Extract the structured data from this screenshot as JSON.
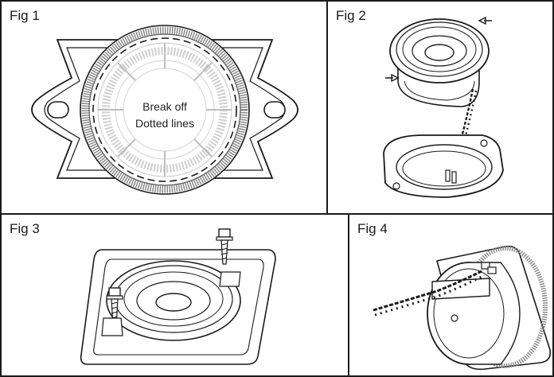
{
  "figures": [
    {
      "label": "Fig 1",
      "note_lines": [
        "Break off",
        "Dotted lines"
      ]
    },
    {
      "label": "Fig 2"
    },
    {
      "label": "Fig 3"
    },
    {
      "label": "Fig 4"
    }
  ],
  "colors": {
    "line": "#1a1a1a",
    "ring_gray": "#8a8a8a",
    "light_gray": "#cfcfcf"
  }
}
